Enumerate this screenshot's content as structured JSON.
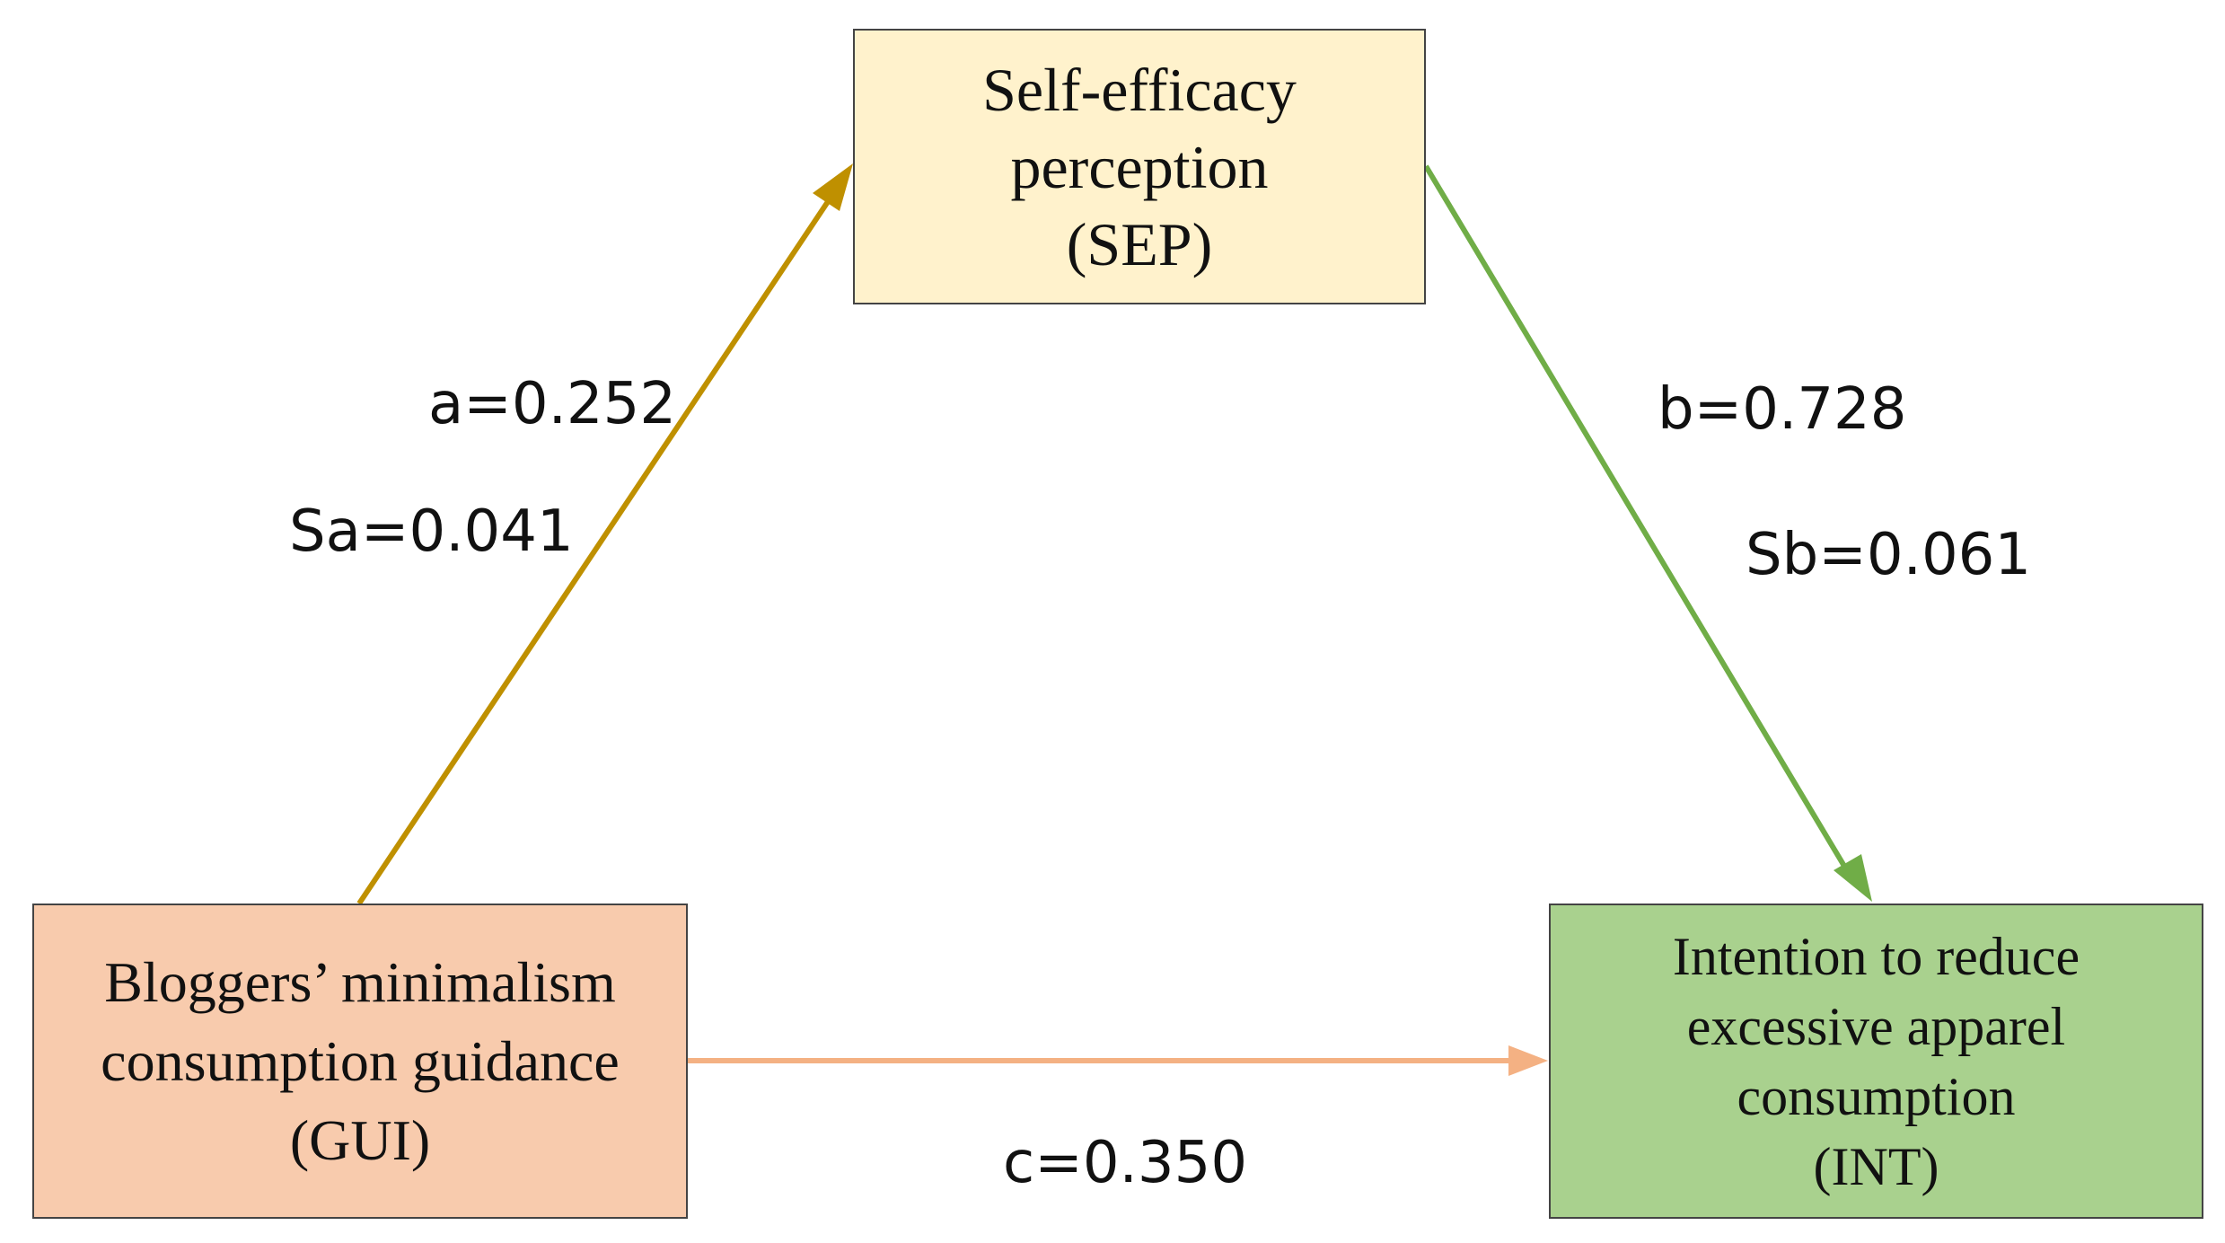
{
  "nodes": {
    "sep": {
      "lines": [
        "Self-efficacy",
        "perception",
        "(SEP)"
      ],
      "fill": "#FFF2CC"
    },
    "gui": {
      "lines": [
        "Bloggers’  minimalism",
        "consumption guidance",
        "(GUI)"
      ],
      "fill": "#F8CBAD"
    },
    "int": {
      "lines": [
        "Intention to reduce",
        "excessive apparel",
        "consumption",
        "(INT)"
      ],
      "fill": "#A9D18E"
    }
  },
  "edges": {
    "a_path": {
      "from": "GUI",
      "to": "SEP",
      "color": "#BF9000"
    },
    "b_path": {
      "from": "SEP",
      "to": "INT",
      "color": "#70AD47"
    },
    "c_path": {
      "from": "GUI",
      "to": "INT",
      "color": "#F4B183"
    }
  },
  "labels": {
    "a": "a=0.252",
    "sa": "Sa=0.041",
    "b": "b=0.728",
    "sb": "Sb=0.061",
    "c": "c=0.350"
  }
}
